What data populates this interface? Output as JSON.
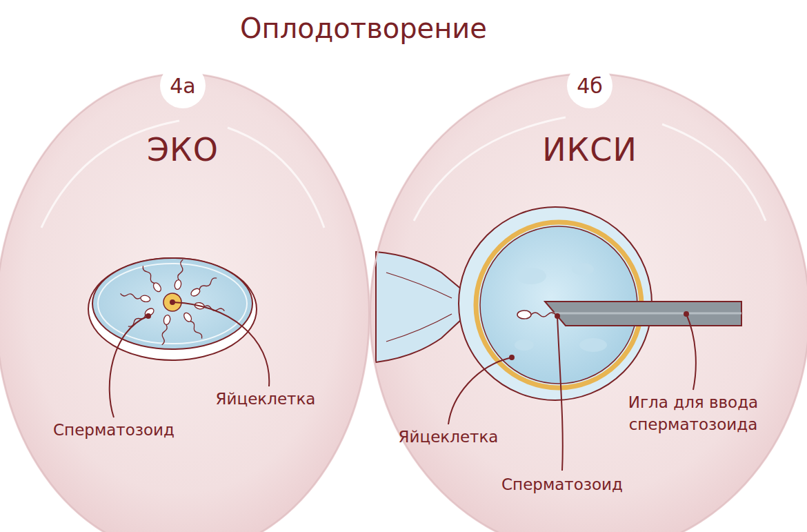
{
  "diagram": {
    "title": "Оплодотворение",
    "nodes": [
      {
        "text": [
          "4а",
          "ЭКО"
        ]
      },
      {
        "text": [
          "4б",
          "ИКСИ"
        ]
      }
    ],
    "labels": [
      "Яйцеклетка",
      "Сперматозоид",
      "Яйцеклетка",
      "Сперматозоид",
      "Игла для ввода сперматозоида"
    ]
  }
}
